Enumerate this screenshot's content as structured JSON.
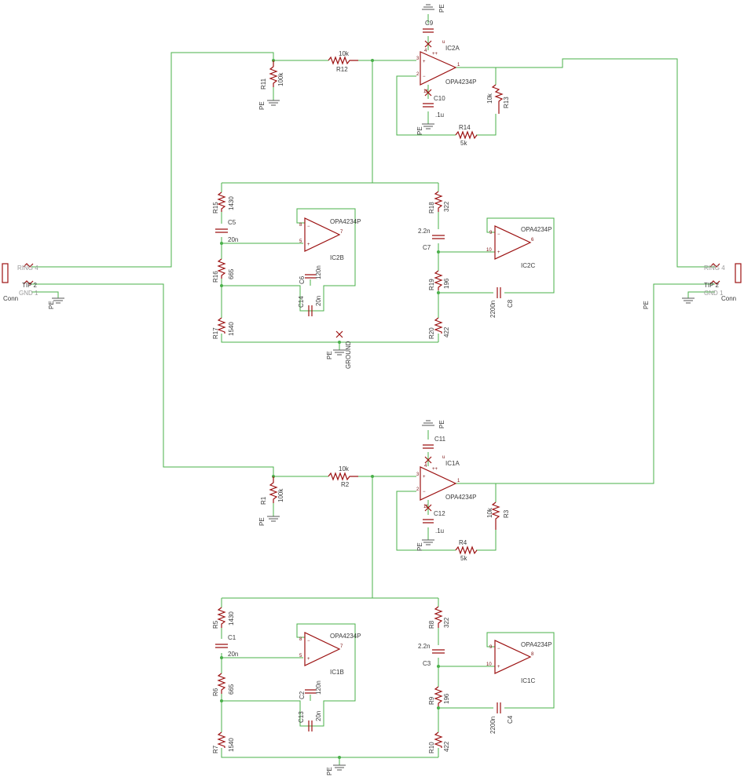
{
  "colors": {
    "wire": "#4ab04a",
    "part": "#9c1212",
    "text": "#3a3a3a"
  },
  "connectors": {
    "left": {
      "ring": "RING 4",
      "tip": "TIP 2",
      "gnd": "GND 1",
      "name": "Conn",
      "pe": "PE"
    },
    "right": {
      "ring": "RING 4",
      "tip": "TIP 2",
      "gnd": "GND 1",
      "name": "Conn",
      "pe": "PE"
    }
  },
  "top_stage": {
    "supply_pe": "PE",
    "c9": "C9",
    "pin_u_top": "u",
    "ic": "IC2A",
    "pin4": "4",
    "plus_plus": "++",
    "pin3": "3",
    "pin2": "2",
    "pin1": "1",
    "pin11": "11",
    "opamp": "OPA4234P",
    "c10": "C10",
    "c10_val": ".1u",
    "c10_pe": "PE",
    "r11": "R11",
    "r11_val": "100k",
    "r11_pe": "PE",
    "r12": "R12",
    "r12_val": "10k",
    "r13": "R13",
    "r13_val": "10k",
    "r14": "R14",
    "r14_val": "5k"
  },
  "top_filter": {
    "r15": "R15",
    "r15_val": "1430",
    "c5": "C5",
    "c5_val": "20n",
    "r16": "R16",
    "r16_val": "665",
    "c6": "C6",
    "c6_val": "120n",
    "c14": "C14",
    "c14_val": "20n",
    "r17": "R17",
    "r17_val": "1540",
    "ic2b": "IC2B",
    "ic2b_part": "OPA4234P",
    "ic2b_p8": "8",
    "ic2b_p7": "7",
    "ic2b_p5": "5",
    "r18": "R18",
    "r18_val": "322",
    "c7": "C7",
    "c7_val": "2.2n",
    "r19": "R19",
    "r19_val": "196",
    "c8": "C8",
    "c8_val": "2200n",
    "r20": "R20",
    "r20_val": "422",
    "ic2c": "IC2C",
    "ic2c_part": "OPA4234P",
    "ic2c_p9": "9",
    "ic2c_p10": "10",
    "ic2c_p6": "6",
    "ground_pe": "PE",
    "ground": "GROUND"
  },
  "bottom_stage": {
    "supply_pe": "PE",
    "c11": "C11",
    "pin_u_top": "u",
    "ic": "IC1A",
    "pin4": "4",
    "plus_plus": "++",
    "pin3": "3",
    "pin2": "2",
    "pin1": "1",
    "pin11": "11",
    "opamp": "OPA4234P",
    "c12": "C12",
    "c12_val": ".1u",
    "c12_pe": "PE",
    "r1": "R1",
    "r1_val": "100k",
    "r1_pe": "PE",
    "r2": "R2",
    "r2_val": "10k",
    "r3": "R3",
    "r3_val": "10k",
    "r4": "R4",
    "r4_val": "5k"
  },
  "bottom_filter": {
    "r5": "R5",
    "r5_val": "1430",
    "c1": "C1",
    "c1_val": "20n",
    "r6": "R6",
    "r6_val": "665",
    "c2": "C2",
    "c2_val": "120n",
    "c13": "C13",
    "c13_val": "20n",
    "r7": "R7",
    "r7_val": "1540",
    "ic1b": "IC1B",
    "ic1b_part": "OPA4234P",
    "ic1b_p8": "8",
    "ic1b_p7": "7",
    "ic1b_p5": "5",
    "r8": "R8",
    "r8_val": "322",
    "c3": "C3",
    "c3_val": "2.2n",
    "r9": "R9",
    "r9_val": "196",
    "c4": "C4",
    "c4_val": "2200n",
    "r10": "R10",
    "r10_val": "422",
    "ic1c": "IC1C",
    "ic1c_part": "OPA4234P",
    "ic1c_p9": "9",
    "ic1c_p10": "10",
    "ic1c_p8": "8",
    "ground_pe": "PE"
  }
}
